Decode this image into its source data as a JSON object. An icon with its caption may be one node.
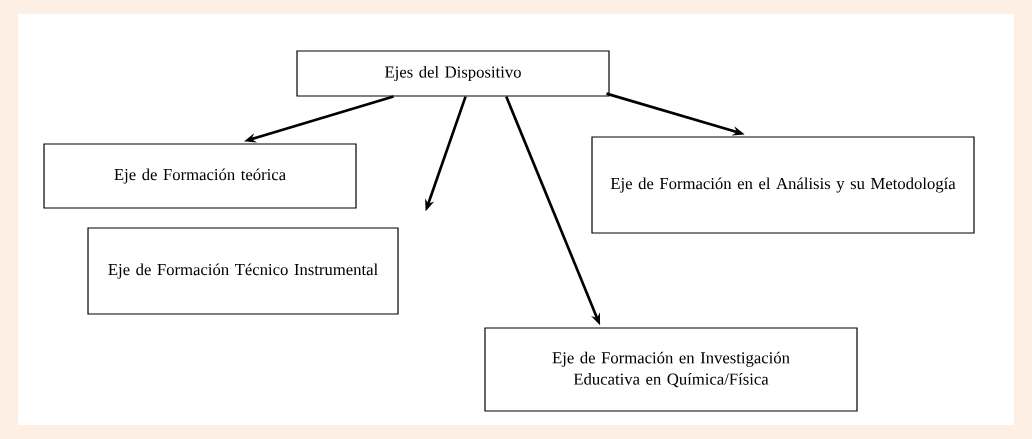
{
  "diagram": {
    "nodes": [
      {
        "text": [
          "Ejes del Dispositivo"
        ]
      },
      {
        "text": [
          "Eje de Formación teórica"
        ]
      },
      {
        "text": [
          "Eje de Formación en el Análisis y su Metodología"
        ]
      },
      {
        "text": [
          "Eje de Formación Técnico Instrumental"
        ]
      },
      {
        "text": [
          "Eje de Formación en Investigación Educativa en Química/Física"
        ]
      }
    ],
    "edges": [
      {
        "from": 0,
        "to": 1,
        "arrow": "to"
      },
      {
        "from": 0,
        "to": 3,
        "arrow": "to"
      },
      {
        "from": 0,
        "to": 4,
        "arrow": "to"
      },
      {
        "from": 0,
        "to": 2,
        "arrow": "to"
      }
    ]
  }
}
